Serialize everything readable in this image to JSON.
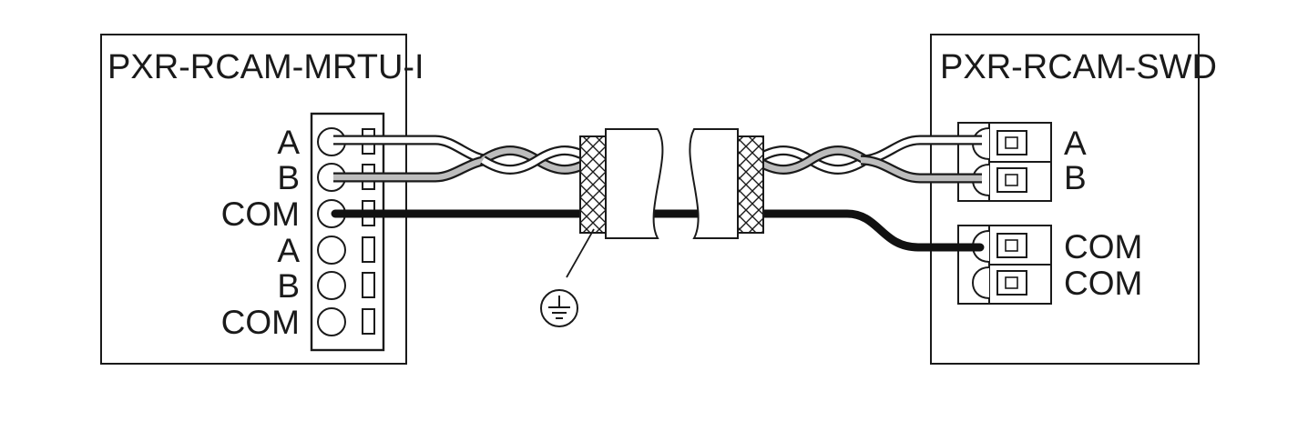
{
  "left_device": {
    "title": "PXR-RCAM-MRTU-I",
    "terminals": [
      "A",
      "B",
      "COM",
      "A",
      "B",
      "COM"
    ]
  },
  "right_device": {
    "title": "PXR-RCAM-SWD",
    "terminals_top": [
      "A",
      "B"
    ],
    "terminals_bottom": [
      "COM",
      "COM"
    ]
  },
  "symbols": {
    "ground": "earth-ground-icon"
  },
  "colors": {
    "line": "#1a1a1a",
    "wire_gray": "#bdbdbd",
    "com_wire": "#111111"
  }
}
